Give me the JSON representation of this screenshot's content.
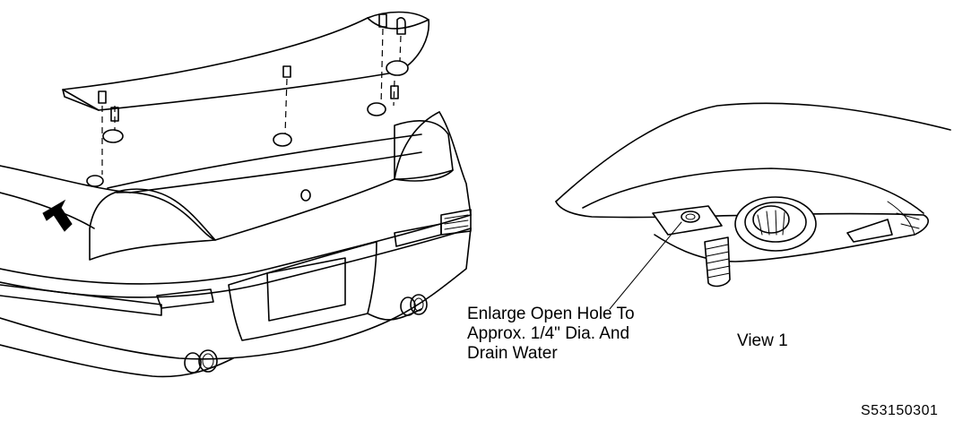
{
  "callout": {
    "line1": "Enlarge Open Hole To",
    "line2": "Approx. 1/4\" Dia. And",
    "line3": "Drain Water"
  },
  "view_label": "View 1",
  "figure_code": "S53150301"
}
